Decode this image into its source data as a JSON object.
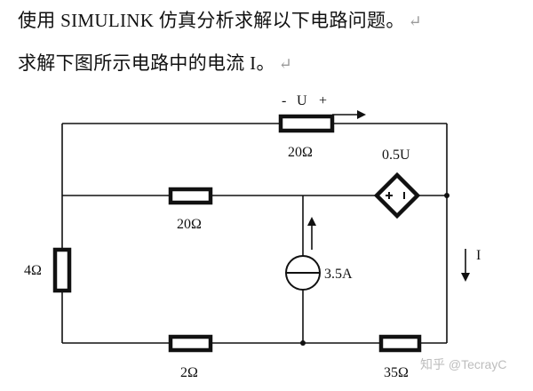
{
  "question": {
    "line1": "使用 SIMULINK 仿真分析求解以下电路问题。",
    "line2": "求解下图所示电路中的电流 I。",
    "paragraph_mark": "↵"
  },
  "circuit": {
    "labels": {
      "voltage_minus": "-",
      "voltage_name": "U",
      "voltage_plus": "+",
      "top_resistor": "20Ω",
      "middle_resistor": "20Ω",
      "dep_source": "0.5U",
      "left_resistor": "4Ω",
      "current_source": "3.5A",
      "current_name": "I",
      "bottom_left_resistor": "2Ω",
      "bottom_right_resistor": "35Ω"
    }
  },
  "watermark": {
    "text": "知乎 @TecrayC"
  }
}
